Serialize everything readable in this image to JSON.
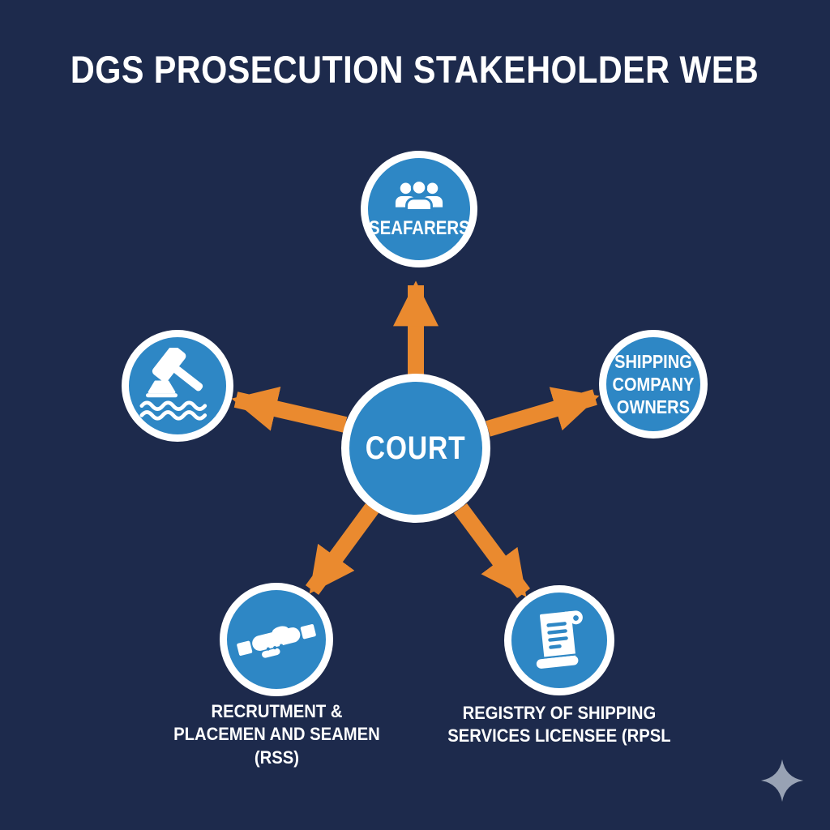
{
  "title": "DGS PROSECUTION STAKEHOLDER WEB",
  "colors": {
    "background": "#1d2a4c",
    "node_fill": "#2e87c5",
    "node_ring": "#ffffff",
    "arrow": "#ea8a2f",
    "text": "#ffffff",
    "sparkle": "#98a2b4"
  },
  "center_node": {
    "label": "COURT"
  },
  "nodes": {
    "seafarers": {
      "label": "SEAFARERS",
      "icon": "people-group-icon"
    },
    "shipping_company_owners": {
      "lines": [
        "SHIPPING",
        "COMPANY",
        "OWNERS"
      ]
    },
    "maritime_court": {
      "icon": "gavel-water-icon"
    },
    "recruitment_placement": {
      "icon": "handshake-icon",
      "lines": [
        "RECRUTMENT &",
        "PLACEMEN AND SEAMEN",
        "(RSS)"
      ]
    },
    "registry_shipping": {
      "icon": "scroll-icon",
      "lines": [
        "REGISTRY OF SHIPPING",
        "SERVICES LICENSEE (RPSL"
      ]
    }
  },
  "decoration": {
    "sparkle_icon": "four-point-sparkle-icon"
  }
}
